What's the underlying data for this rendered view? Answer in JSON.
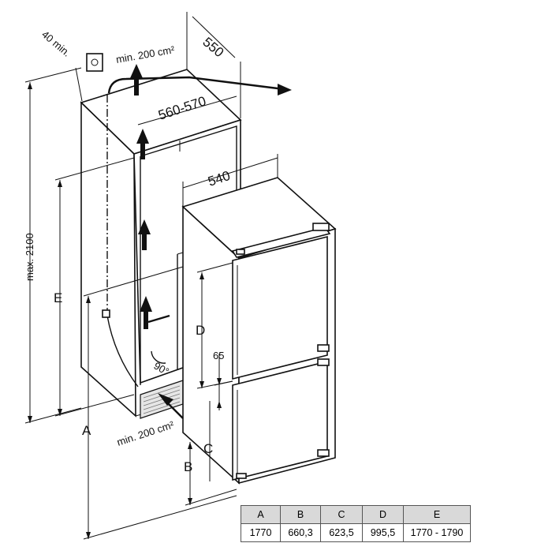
{
  "dimensions": {
    "depth": "550",
    "niche_width": "560-570",
    "appliance_width": "540",
    "top_clearance": "40 min.",
    "max_height": "max. 2100",
    "vent_top": "min. 200 cm²",
    "vent_bottom": "min. 200 cm²",
    "angle": "90°",
    "gap": "65",
    "label_A": "A",
    "label_B": "B",
    "label_C": "C",
    "label_D": "D",
    "label_E": "E"
  },
  "table": {
    "headers": [
      "A",
      "B",
      "C",
      "D",
      "E"
    ],
    "values": [
      "1770",
      "660,3",
      "623,5",
      "995,5",
      "1770 - 1790"
    ]
  }
}
